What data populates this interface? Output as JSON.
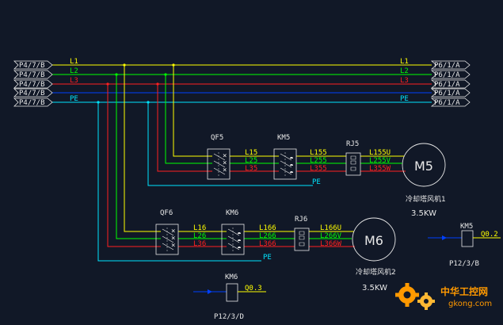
{
  "colors": {
    "background": "#111827",
    "L1": "#ffff00",
    "L2": "#00ff00",
    "L3": "#ff2020",
    "N": "#0040ff",
    "PE": "#00e5ff",
    "white": "#e8e8e8",
    "watermark": "#ff9900"
  },
  "left_refs": [
    "P4/7/B",
    "P4/7/B",
    "P4/7/B",
    "P4/7/B",
    "P4/7/B"
  ],
  "right_refs": [
    "P6/1/A",
    "P6/1/A",
    "P6/1/A",
    "P6/1/A",
    "P6/1/A"
  ],
  "bus": {
    "left_labels": [
      "L1",
      "L2",
      "L3",
      "PE"
    ],
    "right_labels": [
      "L1",
      "L2",
      "L3",
      "PE"
    ]
  },
  "branch1": {
    "breaker": "QF5",
    "contactor": "KM5",
    "relay": "RJ5",
    "wires_a": [
      "L15",
      "L25",
      "L35"
    ],
    "wires_b": [
      "L155",
      "L255",
      "L355"
    ],
    "wires_c": [
      "L155U",
      "L255V",
      "L355W"
    ],
    "pe": "PE",
    "motor": "M5",
    "motor_name": "冷却塔风机1",
    "power": "3.5KW"
  },
  "branch2": {
    "breaker": "QF6",
    "contactor": "KM6",
    "relay": "RJ6",
    "wires_a": [
      "L16",
      "L26",
      "L36"
    ],
    "wires_b": [
      "L166",
      "L266",
      "L366"
    ],
    "wires_c": [
      "L166U",
      "L266V",
      "L366W"
    ],
    "pe": "PE",
    "motor": "M6",
    "motor_name": "冷却塔风机2",
    "power": "3.5KW"
  },
  "coil_km5": {
    "name": "KM5",
    "address": "Q0.2",
    "ref": "P12/3/B"
  },
  "coil_km6": {
    "name": "KM6",
    "address": "Q0.3",
    "ref": "P12/3/D"
  },
  "watermark": {
    "title": "中华工控网",
    "url": "gkong.com"
  }
}
